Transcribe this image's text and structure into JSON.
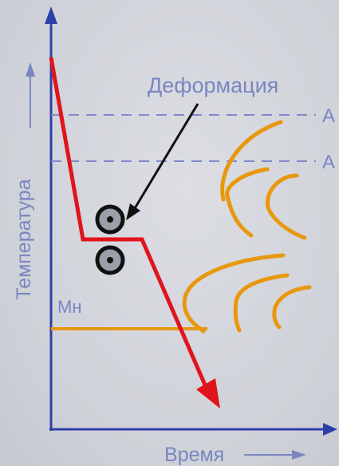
{
  "labels": {
    "deformation": "Деформация",
    "y_axis": "Температура",
    "x_axis": "Время",
    "ac3": "A",
    "ac1": "A",
    "ms": "Mн"
  },
  "colors": {
    "axis": "#2f3fa8",
    "dashed": "#7f88c8",
    "label": "#7a86c2",
    "path": "#e0141c",
    "curves": "#e8980e",
    "rollers": "#111111"
  },
  "icons": {
    "roller": "roller-icon",
    "arrow_pointer": "arrow-icon"
  }
}
